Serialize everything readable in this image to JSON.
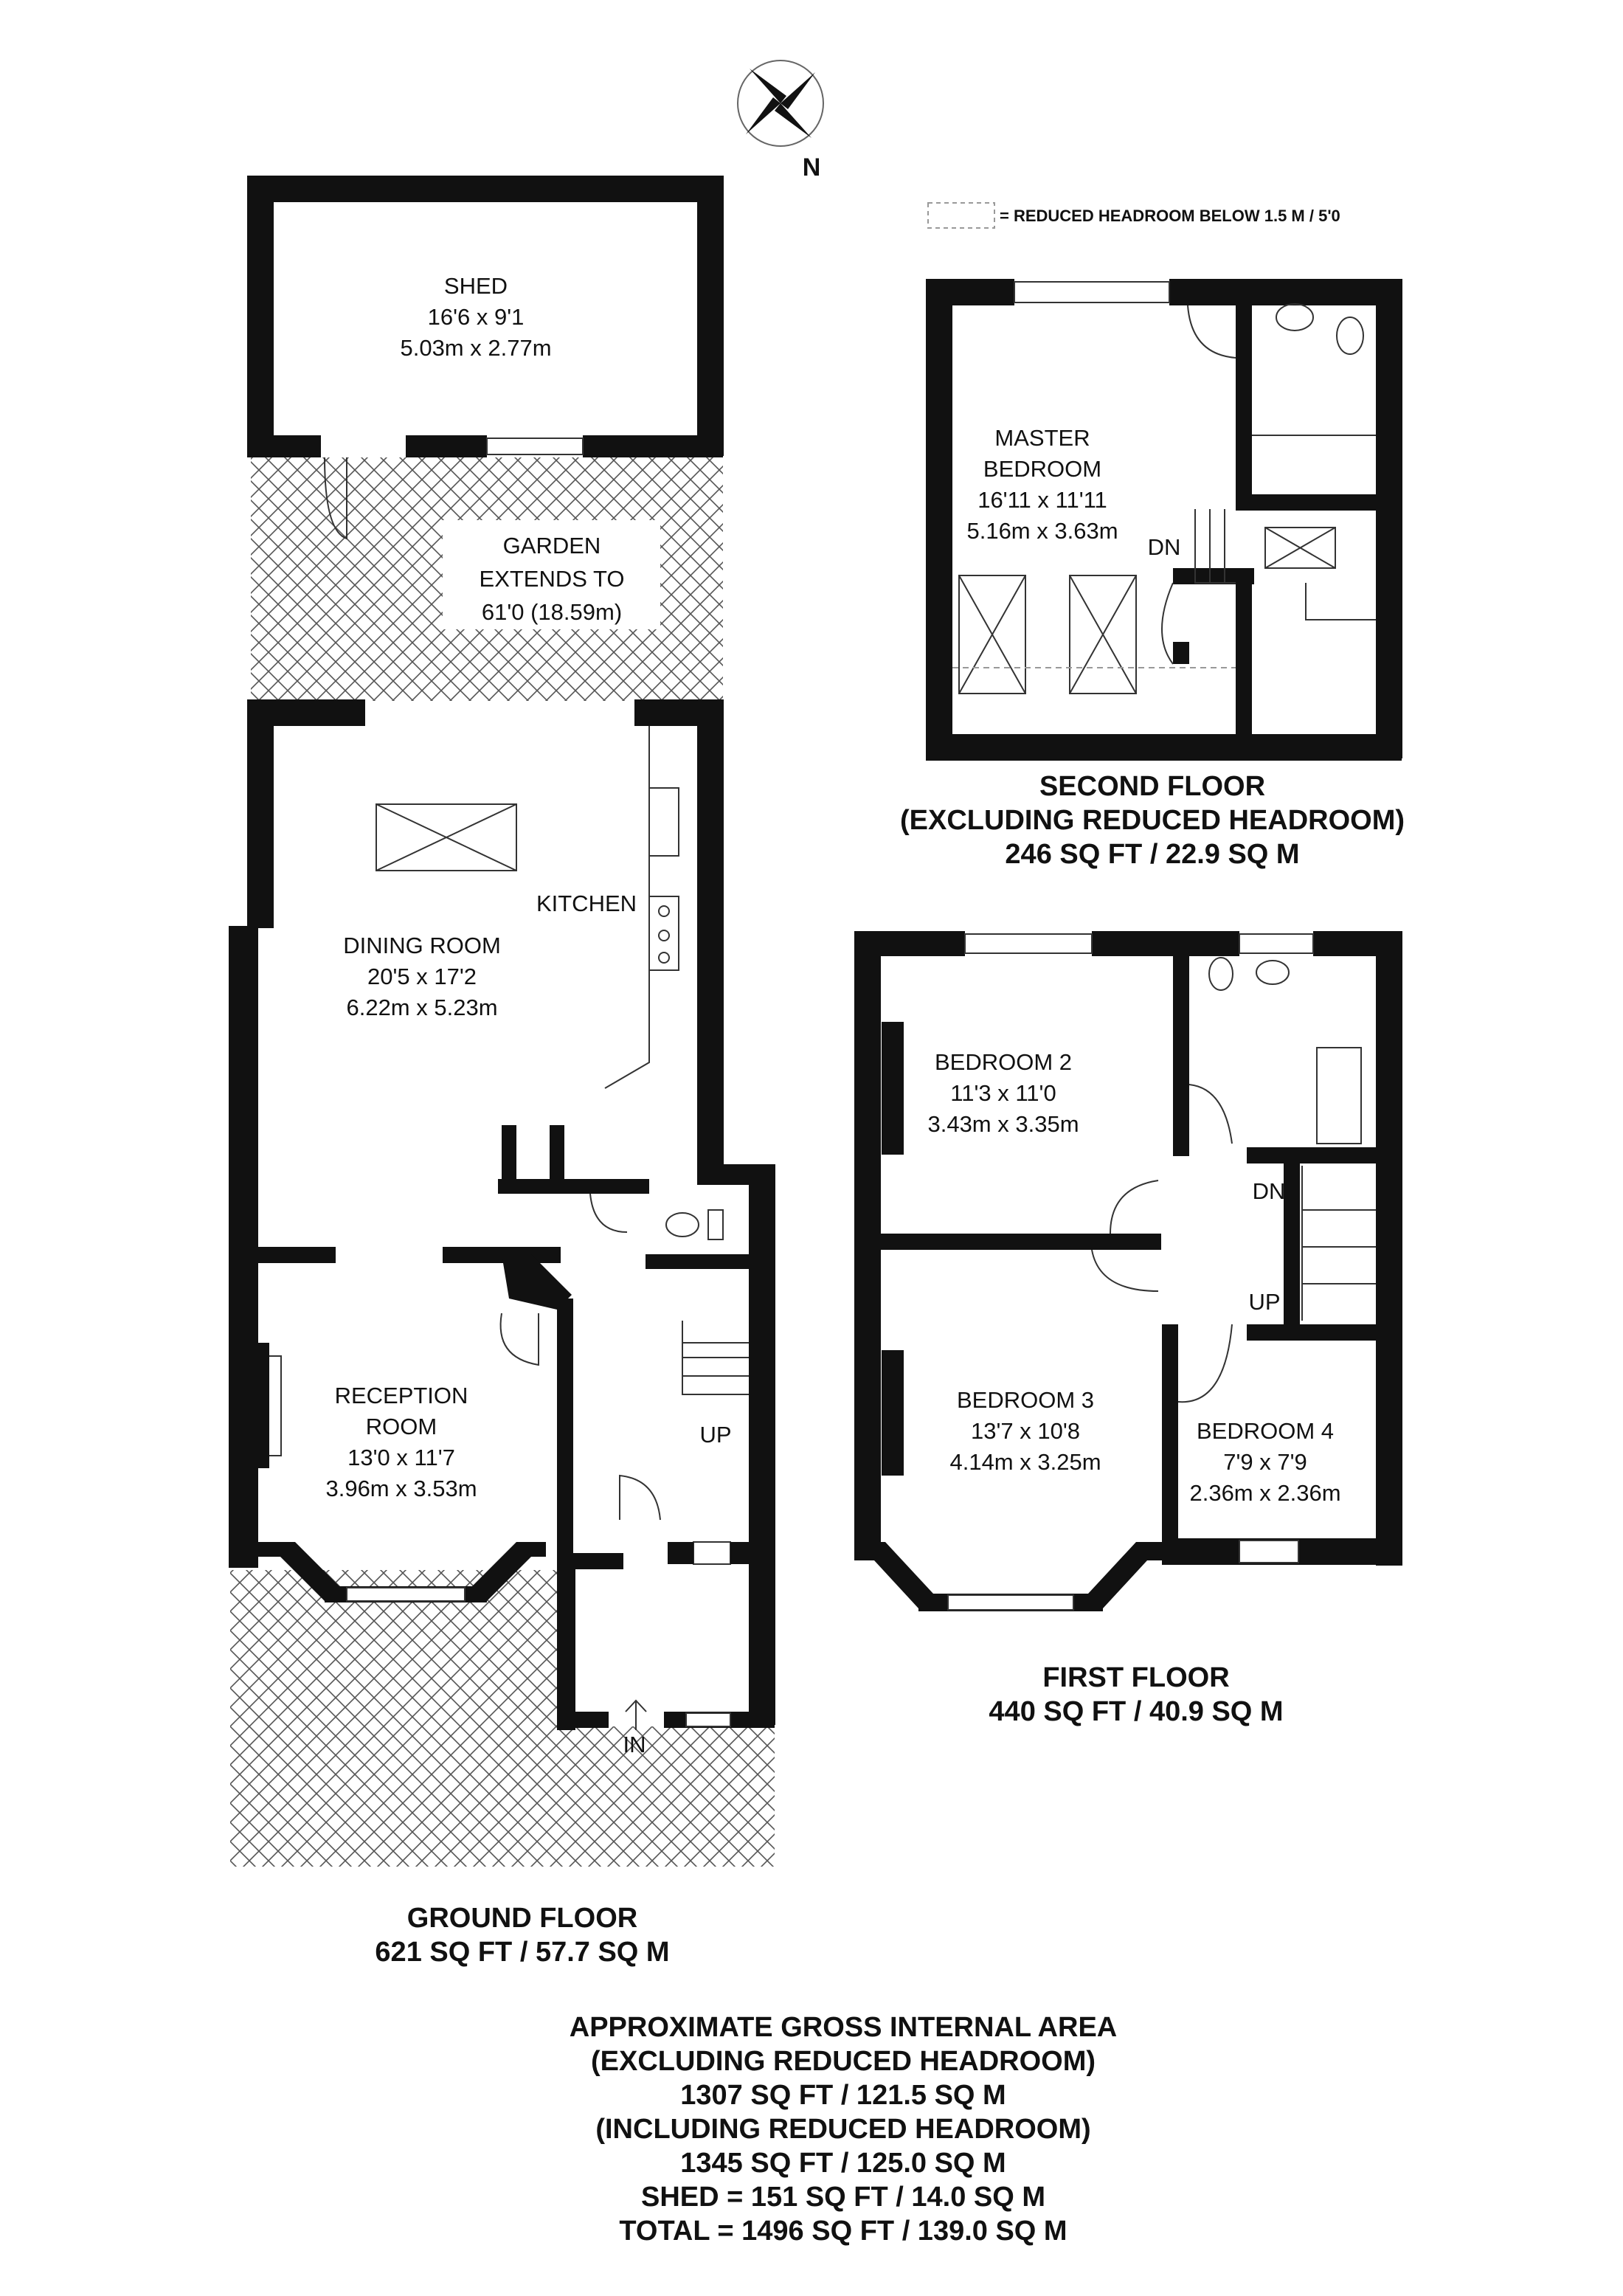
{
  "compass": {
    "north_label": "N"
  },
  "legend": {
    "text": "= REDUCED HEADROOM BELOW 1.5 M / 5'0"
  },
  "ground_floor": {
    "shed": {
      "name": "SHED",
      "dim_ft": "16'6 x 9'1",
      "dim_m": "5.03m x 2.77m"
    },
    "garden": {
      "line1": "GARDEN",
      "line2": "EXTENDS TO",
      "line3": "61'0 (18.59m)"
    },
    "kitchen": {
      "name": "KITCHEN"
    },
    "dining": {
      "name": "DINING ROOM",
      "dim_ft": "20'5 x 17'2",
      "dim_m": "6.22m x 5.23m"
    },
    "reception": {
      "name1": "RECEPTION",
      "name2": "ROOM",
      "dim_ft": "13'0 x 11'7",
      "dim_m": "3.96m x 3.53m"
    },
    "stairs_up": "UP",
    "entrance": "IN",
    "title": "GROUND FLOOR",
    "area": "621 SQ FT / 57.7 SQ M"
  },
  "second_floor": {
    "master": {
      "name1": "MASTER",
      "name2": "BEDROOM",
      "dim_ft": "16'11 x 11'11",
      "dim_m": "5.16m x 3.63m"
    },
    "stairs_down": "DN",
    "title": "SECOND FLOOR",
    "subtitle": "(EXCLUDING REDUCED HEADROOM)",
    "area": "246 SQ FT / 22.9 SQ M"
  },
  "first_floor": {
    "bedroom2": {
      "name": "BEDROOM 2",
      "dim_ft": "11'3 x 11'0",
      "dim_m": "3.43m x 3.35m"
    },
    "bedroom3": {
      "name": "BEDROOM 3",
      "dim_ft": "13'7 x 10'8",
      "dim_m": "4.14m x 3.25m"
    },
    "bedroom4": {
      "name": "BEDROOM 4",
      "dim_ft": "7'9 x 7'9",
      "dim_m": "2.36m x 2.36m"
    },
    "stairs_down": "DN",
    "stairs_up": "UP",
    "title": "FIRST FLOOR",
    "area": "440 SQ FT / 40.9 SQ M"
  },
  "summary": {
    "line1": "APPROXIMATE GROSS INTERNAL AREA",
    "line2": "(EXCLUDING REDUCED HEADROOM)",
    "line3": "1307 SQ FT / 121.5 SQ M",
    "line4": "(INCLUDING REDUCED HEADROOM)",
    "line5": "1345 SQ FT / 125.0 SQ M",
    "line6": "SHED = 151 SQ FT / 14.0 SQ M",
    "line7": "TOTAL = 1496 SQ FT / 139.0 SQ M"
  }
}
